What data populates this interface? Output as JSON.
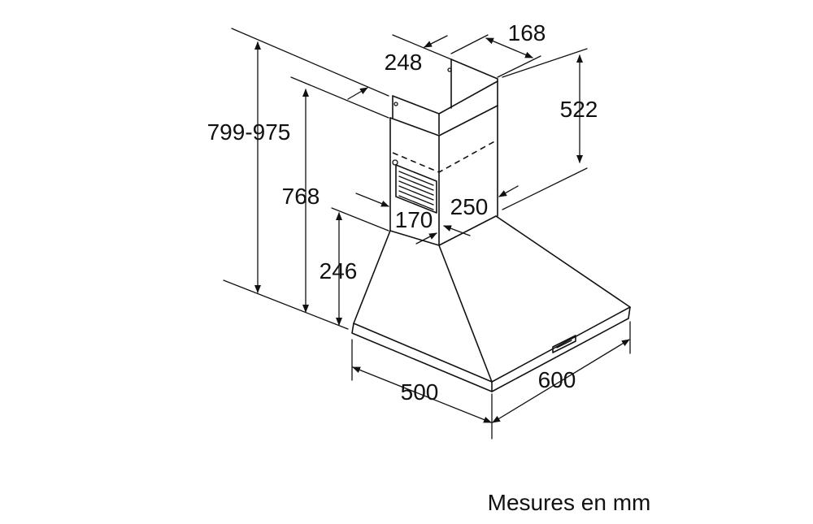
{
  "diagram": {
    "dimensions": {
      "depth_chimney": "248",
      "width_chimney": "168",
      "total_height": "799-975",
      "chimney_upper": "522",
      "height_768": "768",
      "height_246": "246",
      "chimney_base_depth": "170",
      "chimney_base_width": "250",
      "hood_depth": "500",
      "hood_width": "600"
    },
    "caption": "Mesures en mm"
  }
}
